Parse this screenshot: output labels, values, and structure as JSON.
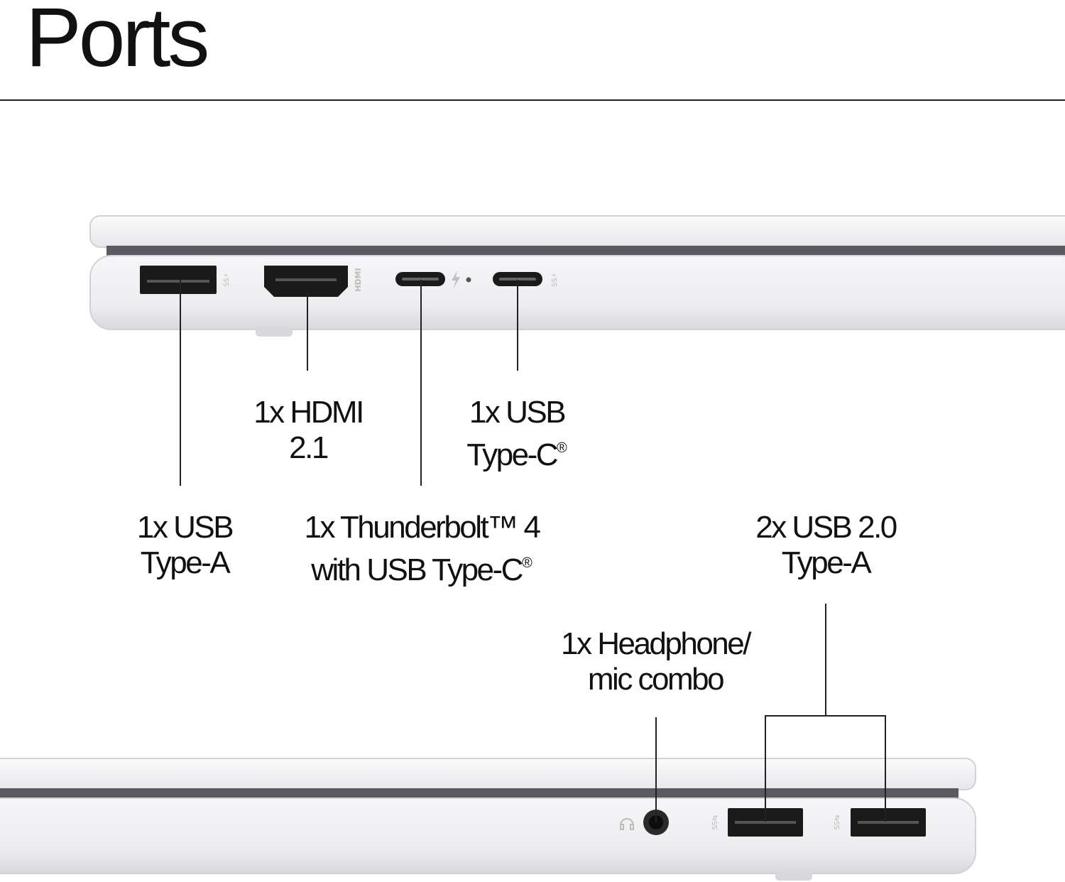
{
  "page": {
    "title": "Ports"
  },
  "labels": {
    "usb_a": {
      "line1": "1x USB",
      "line2": "Type-A"
    },
    "hdmi": {
      "line1": "1x HDMI",
      "line2": "2.1"
    },
    "thunderbolt": {
      "line1": "1x Thunderbolt™ 4",
      "line2": "with USB Type-C",
      "reg": "®"
    },
    "usb_c": {
      "line1": "1x USB",
      "line2": "Type-C",
      "reg": "®"
    },
    "usb2": {
      "line1": "2x USB 2.0",
      "line2": "Type-A"
    },
    "headphone": {
      "line1": "1x Headphone/",
      "line2": "mic combo"
    }
  },
  "port_markings": {
    "ss_power": "SS⚡",
    "hdmi": "HDMI",
    "ss_usb": "SS⇆"
  },
  "colors": {
    "chassis": "#f1f1f3",
    "chassis_edge": "#d6d6da",
    "port": "#1a1a1a",
    "text": "#111111"
  }
}
